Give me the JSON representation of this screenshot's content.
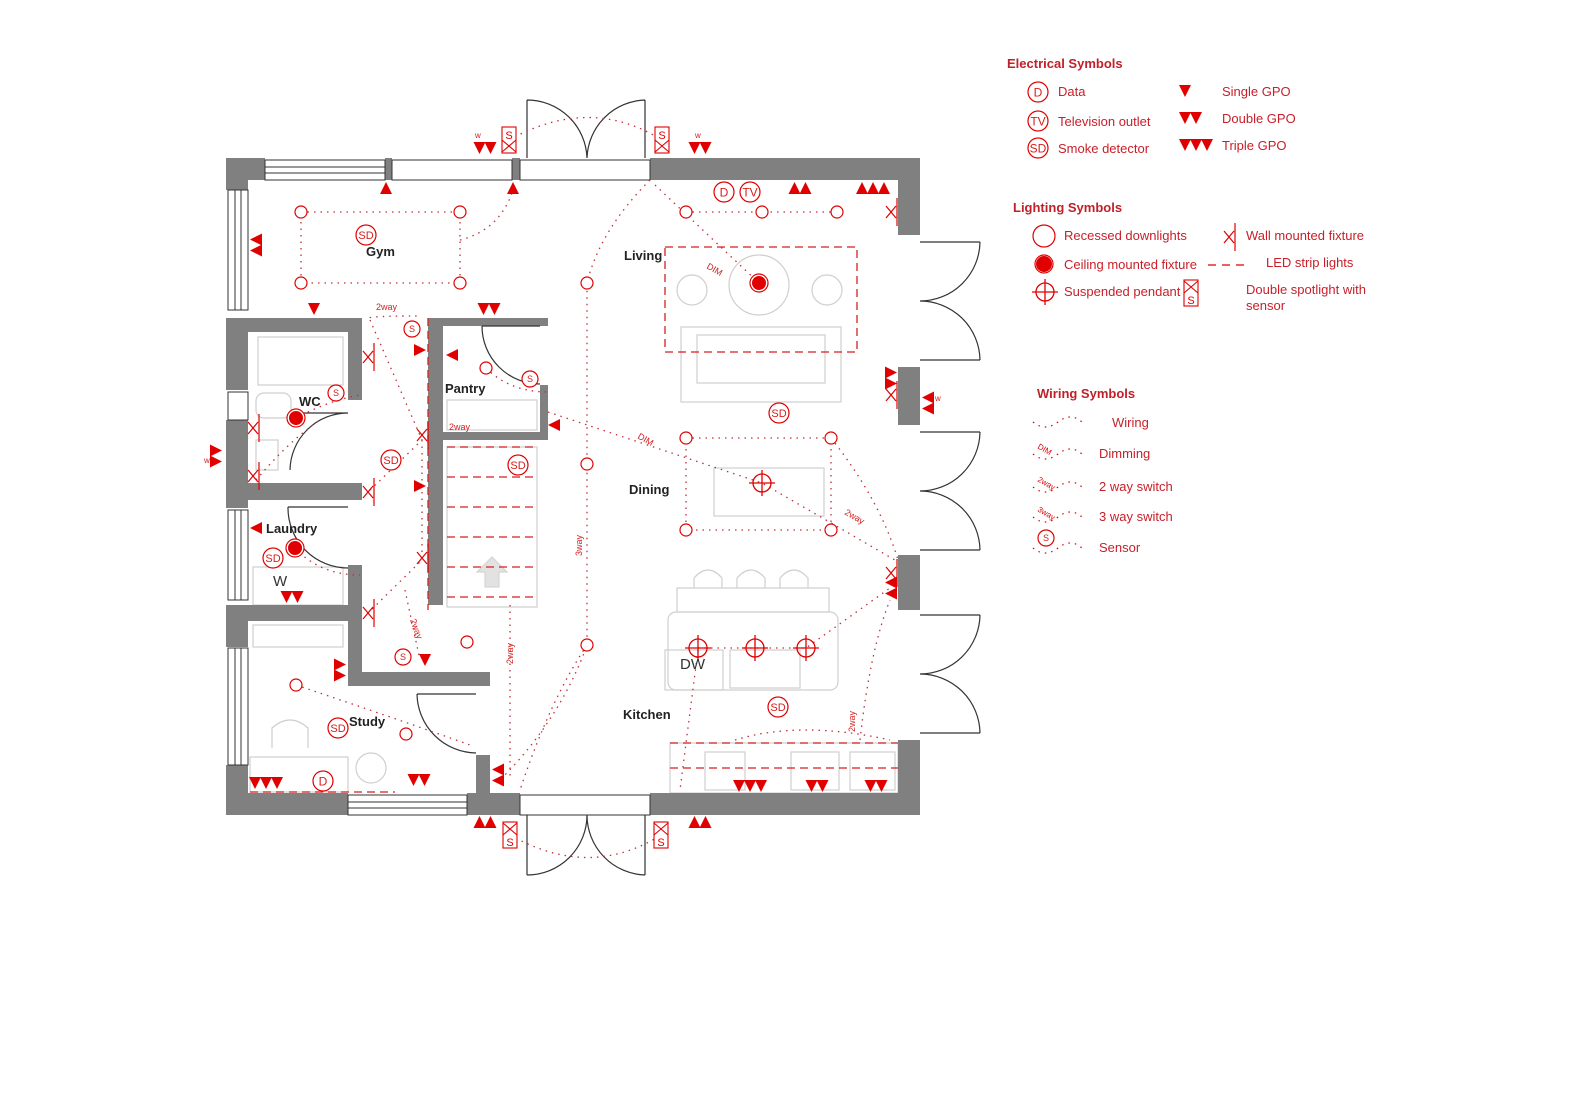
{
  "colors": {
    "wall": "#808080",
    "symbol": "#e00000",
    "wiring": "#c0303a",
    "furniture": "#cfcfcf",
    "legend_text": "#c8202a"
  },
  "rooms": {
    "gym": "Gym",
    "wc": "WC",
    "pantry": "Pantry",
    "laundry": "Laundry",
    "study": "Study",
    "living": "Living",
    "dining": "Dining",
    "kitchen": "Kitchen"
  },
  "symbol_text": {
    "data": "D",
    "tv": "TV",
    "smoke": "SD",
    "sensor": "S",
    "dishwasher": "DW",
    "washer": "W",
    "two_way": "2way",
    "three_way": "3way",
    "dim": "DIM",
    "weatherproof": "w"
  },
  "legend": {
    "electrical": {
      "title": "Electrical Symbols",
      "items": [
        {
          "symbol": "D",
          "label": "Data"
        },
        {
          "symbol": "TV",
          "label": "Television outlet"
        },
        {
          "symbol": "SD",
          "label": "Smoke detector"
        }
      ],
      "gpo": [
        {
          "label": "Single GPO",
          "count": 1
        },
        {
          "label": "Double GPO",
          "count": 2
        },
        {
          "label": "Triple GPO",
          "count": 3
        }
      ]
    },
    "lighting": {
      "title": "Lighting Symbols",
      "items": [
        {
          "label": "Recessed downlights"
        },
        {
          "label": "Ceiling mounted fixture"
        },
        {
          "label": "Suspended pendant"
        },
        {
          "label": "Wall mounted fixture"
        },
        {
          "label": "LED strip lights"
        },
        {
          "label": "Double spotlight with sensor",
          "symbol": "S"
        }
      ]
    },
    "wiring": {
      "title": "Wiring Symbols",
      "items": [
        {
          "label": "Wiring",
          "tag": ""
        },
        {
          "label": "Dimming",
          "tag": "DIM"
        },
        {
          "label": "2 way switch",
          "tag": "2way"
        },
        {
          "label": "3 way switch",
          "tag": "3way"
        },
        {
          "label": "Sensor",
          "tag": "S"
        }
      ]
    }
  }
}
